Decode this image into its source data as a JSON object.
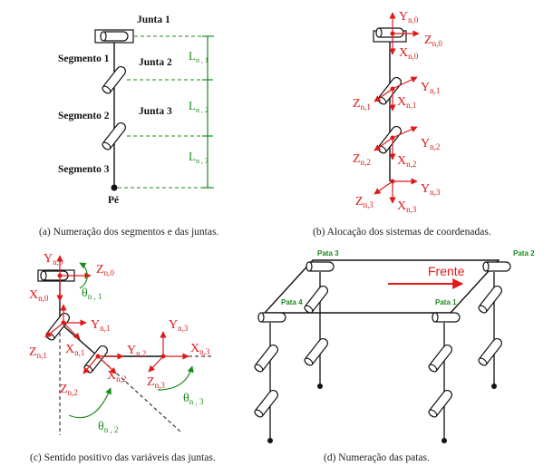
{
  "panel_a": {
    "caption": "(a) Numeração dos segmentos e das juntas.",
    "joints": [
      "Junta 1",
      "Junta 2",
      "Junta 3"
    ],
    "segments": [
      "Segmento 1",
      "Segmento 2",
      "Segmento 3"
    ],
    "foot": "Pé",
    "lengths": [
      {
        "main": "L",
        "sub": "n , 1"
      },
      {
        "main": "L",
        "sub": "n , 2"
      },
      {
        "main": "L",
        "sub": "n , 3"
      }
    ]
  },
  "panel_b": {
    "caption": "(b) Alocação dos sistemas de coordenadas.",
    "frames": [
      {
        "y": "n,0",
        "x": "n,0",
        "z": "n,0"
      },
      {
        "y": "n,1",
        "x": "n,1",
        "z": "n,1"
      },
      {
        "y": "n,2",
        "x": "n,2",
        "z": "n,2"
      },
      {
        "y": "n,3",
        "x": "n,3",
        "z": "n,3"
      }
    ]
  },
  "panel_c": {
    "caption": "(c) Sentido positivo das variáveis das juntas.",
    "frames": [
      {
        "y": "n,0",
        "x": "n,0",
        "z": "n,0"
      },
      {
        "y": "n,1",
        "x": "n,1",
        "z": "n,1"
      },
      {
        "y": "n,2",
        "x": "n,2",
        "z": "n,2"
      },
      {
        "y": "n,3",
        "x": "n,3",
        "z": "n,3"
      }
    ],
    "angles": [
      "n , 1",
      "n , 2",
      "n , 3"
    ]
  },
  "panel_d": {
    "caption": "(d) Numeração das patas.",
    "legs": [
      "Pata 1",
      "Pata 2",
      "Pata 3",
      "Pata 4"
    ],
    "direction": "Frente"
  },
  "colors": {
    "axis": "#e01818",
    "annotation": "#1a8a1a",
    "line": "#111111"
  }
}
